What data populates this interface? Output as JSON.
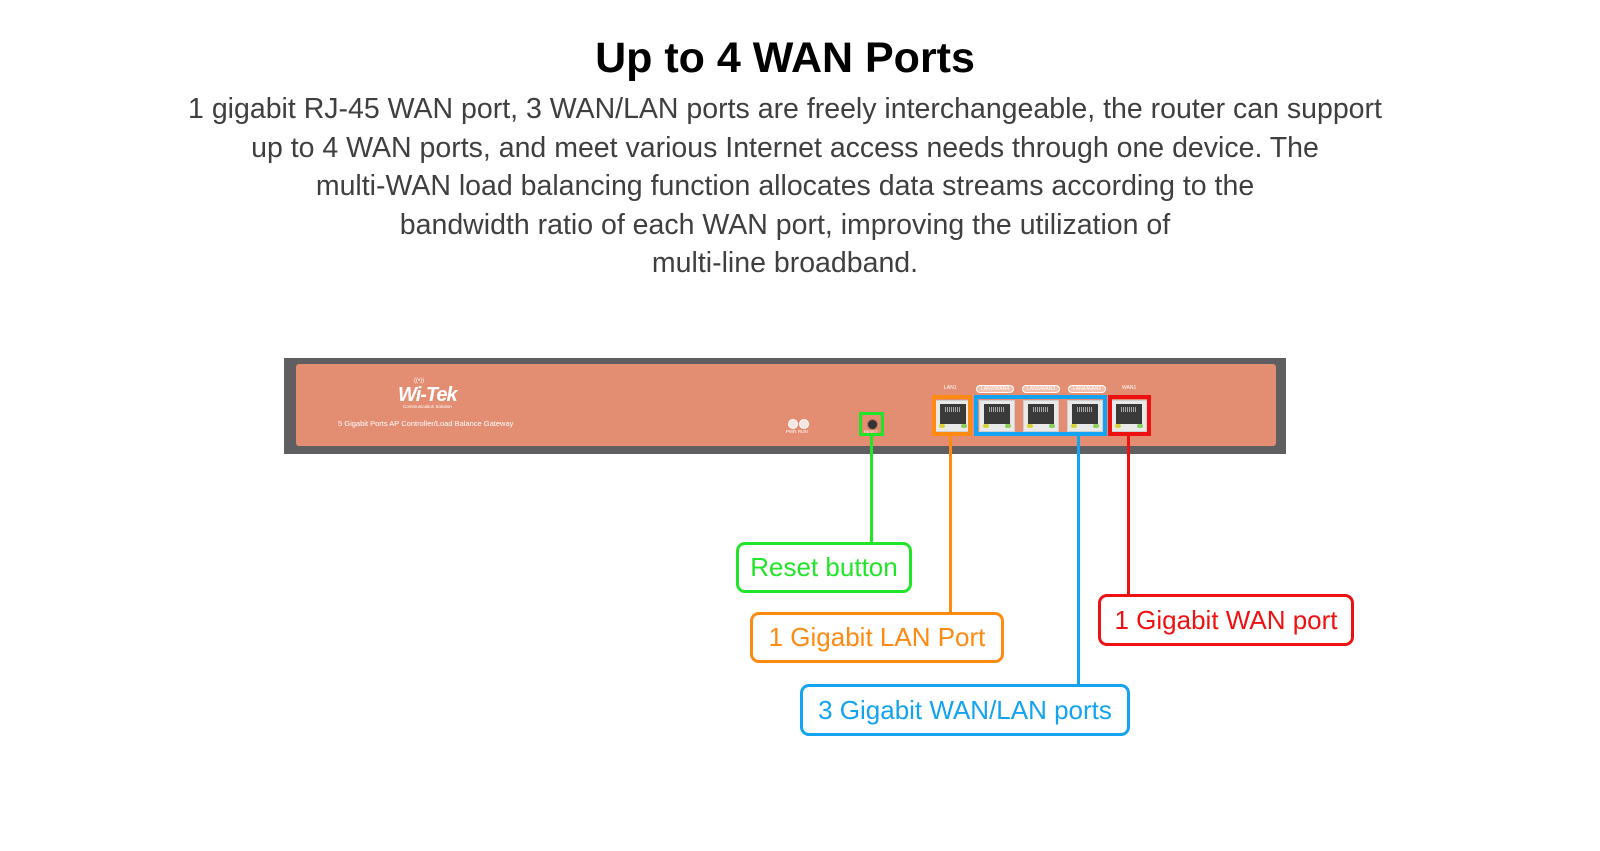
{
  "heading": "Up to 4 WAN Ports",
  "description": [
    "1 gigabit RJ-45 WAN port, 3 WAN/LAN ports are freely interchangeable, the router can support",
    "up to 4 WAN ports, and meet various Internet access needs through one device. The",
    "multi-WAN load balancing function allocates data streams according to the",
    "bandwidth ratio of each WAN port, improving the utilization of",
    "multi-line broadband."
  ],
  "device": {
    "brand": "Wi-Tek",
    "brand_tagline": "Communication Solution",
    "model_text": "5 Gigabit Ports AP Controller/Load Balance Gateway",
    "indicators": [
      "PWR",
      "RUN"
    ],
    "reset_label": "RESET",
    "port_labels": [
      "LAN1",
      "LAN2/WAN4",
      "LAN3/WAN3",
      "LAN4/WAN2",
      "WAN1"
    ],
    "colors": {
      "panel": "#e38e72",
      "bezel": "#5f5f62"
    }
  },
  "callouts": {
    "reset": {
      "label": "Reset button",
      "color": "#22e52a"
    },
    "lan": {
      "label": "1 Gigabit LAN Port",
      "color": "#ff8a12"
    },
    "wanlan": {
      "label": "3 Gigabit WAN/LAN ports",
      "color": "#13a3f0"
    },
    "wan": {
      "label": "1 Gigabit WAN port",
      "color": "#ee1111"
    }
  }
}
